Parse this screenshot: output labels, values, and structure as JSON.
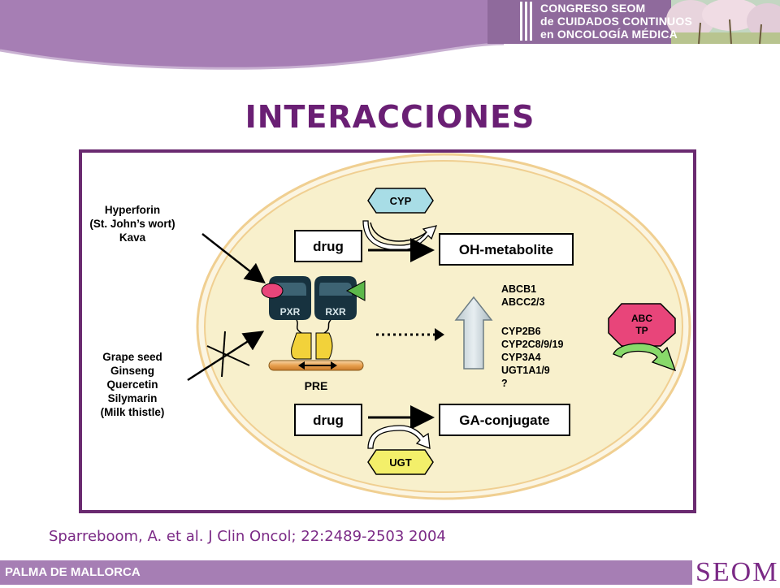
{
  "header": {
    "congress_lines": [
      "CONGRESO SEOM",
      "de CUIDADOS CONTINUOS",
      "en ONCOLOGÍA MÉDICA"
    ]
  },
  "title": "INTERACCIONES",
  "diagram": {
    "inducers_top": [
      "Hyperforin",
      "(St. John’s wort)",
      "Kava"
    ],
    "inhibitors": [
      "Grape seed",
      "Ginseng",
      "Quercetin",
      "Silymarin",
      "(Milk thistle)"
    ],
    "cyp_label": "CYP",
    "drug_top": "drug",
    "oh_metabolite": "OH-metabolite",
    "pxr": "PXR",
    "rxr": "RXR",
    "pre": "PRE",
    "target_genes": [
      "ABCB1",
      "ABCC2/3",
      "",
      "CYP2B6",
      "CYP2C8/9/19",
      "CYP3A4",
      "UGT1A1/9",
      "?"
    ],
    "abc_tp": [
      "ABC",
      "TP"
    ],
    "drug_bottom": "drug",
    "ga_conjugate": "GA-conjugate",
    "ugt_label": "UGT"
  },
  "citation": "Sparreboom, A. et al. J Clin Oncol; 22:2489-2503 2004",
  "footer": {
    "location": "PALMA DE MALLORCA",
    "logo": "SEOM"
  },
  "colors": {
    "purple_band": "#a67eb4",
    "title": "#6a1f74",
    "cell_fill": "#f8f0cc",
    "cell_border": "#f1d79a",
    "cyp_box": "#a8dde6",
    "ugt_box": "#f3ef6a",
    "abc_box": "#e8457a",
    "receptor": "#17323f"
  }
}
